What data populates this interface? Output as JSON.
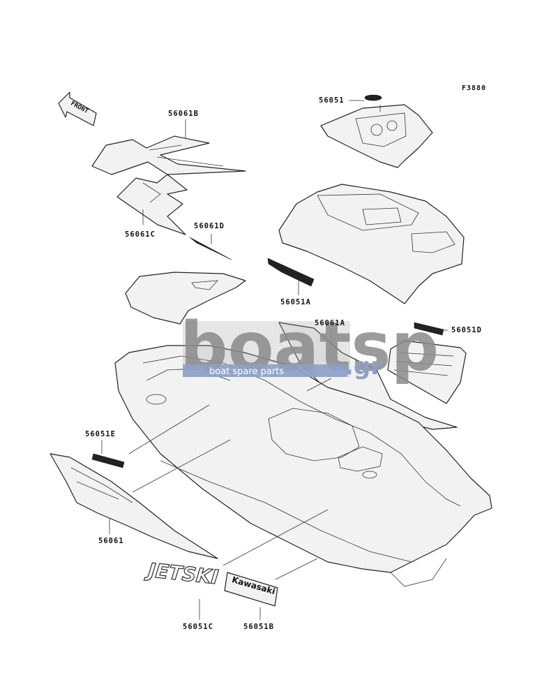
{
  "figure_code": "F3880",
  "front_arrow_text": "FRONT",
  "labels": {
    "p56061B": "56061B",
    "p56051": "56051",
    "p56061C": "56061C",
    "p56061D": "56061D",
    "p56051A": "56051A",
    "p56061A": "56061A",
    "p56051D": "56051D",
    "p56051E": "56051E",
    "p56061": "56061",
    "p56051C": "56051C",
    "p56051B": "56051B"
  },
  "decals": {
    "jetski": "JETSKI",
    "kawasaki": "Kawasaki"
  },
  "watermark": {
    "main": "boatsp",
    "suffix": ".gr",
    "tagline": "boat spare parts"
  }
}
